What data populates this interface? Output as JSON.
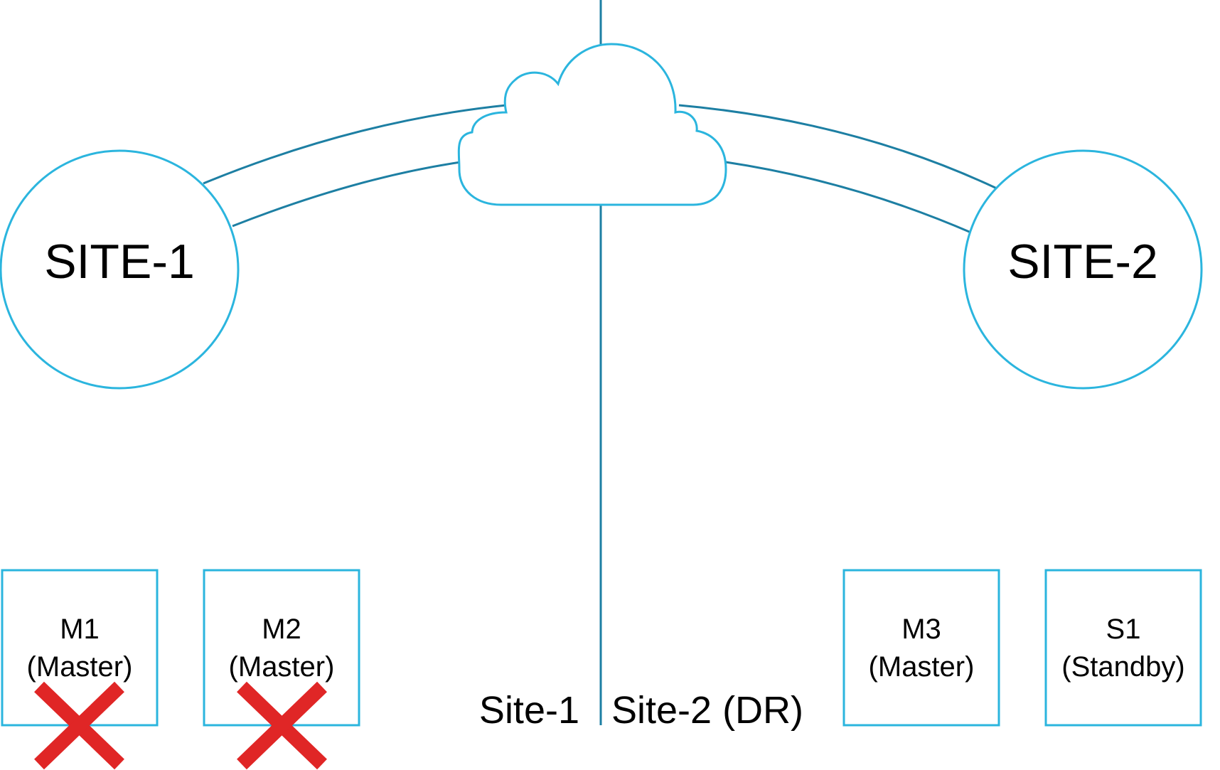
{
  "colors": {
    "outline": "#2bb5de",
    "link": "#1d7fa3",
    "divider": "#1d7fa3",
    "failed_mark": "#e02626",
    "text": "#000000"
  },
  "sites": [
    {
      "label": "SITE-1"
    },
    {
      "label": "SITE-2"
    }
  ],
  "nodes": [
    {
      "name": "M1",
      "role": "(Master)",
      "failed": true
    },
    {
      "name": "M2",
      "role": "(Master)",
      "failed": true
    },
    {
      "name": "M3",
      "role": "(Master)",
      "failed": false
    },
    {
      "name": "S1",
      "role": "(Standby)",
      "failed": false
    }
  ],
  "divider": {
    "left_label": "Site-1",
    "right_label": "Site-2 (DR)"
  },
  "icons": {
    "network": "cloud-icon",
    "failed": "red-x-icon"
  }
}
